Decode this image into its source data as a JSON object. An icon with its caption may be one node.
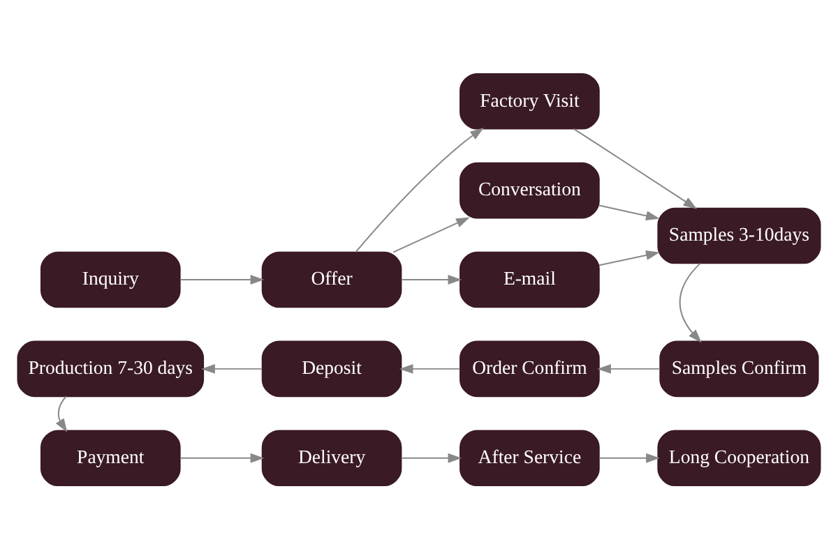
{
  "diagram": {
    "nodes": [
      {
        "text": [
          "Inquiry"
        ]
      },
      {
        "text": [
          "Offer"
        ]
      },
      {
        "text": [
          "Factory Visit"
        ]
      },
      {
        "text": [
          "Conversation"
        ]
      },
      {
        "text": [
          "E-mail"
        ]
      },
      {
        "text": [
          "Samples 3-10days"
        ]
      },
      {
        "text": [
          "Samples Confirm"
        ]
      },
      {
        "text": [
          "Order Confirm"
        ]
      },
      {
        "text": [
          "Deposit"
        ]
      },
      {
        "text": [
          "Production 7-30 days"
        ]
      },
      {
        "text": [
          "Payment"
        ]
      },
      {
        "text": [
          "Delivery"
        ]
      },
      {
        "text": [
          "After Service"
        ]
      },
      {
        "text": [
          "Long Cooperation"
        ]
      }
    ],
    "edges": [
      {
        "from": 0,
        "to": 1,
        "arrow": "to"
      },
      {
        "from": 1,
        "to": 2,
        "arrow": "to"
      },
      {
        "from": 1,
        "to": 3,
        "arrow": "to"
      },
      {
        "from": 1,
        "to": 4,
        "arrow": "to"
      },
      {
        "from": 2,
        "to": 5,
        "arrow": "to"
      },
      {
        "from": 3,
        "to": 5,
        "arrow": "to"
      },
      {
        "from": 4,
        "to": 5,
        "arrow": "to"
      },
      {
        "from": 5,
        "to": 6,
        "arrow": "to"
      },
      {
        "from": 6,
        "to": 7,
        "arrow": "to"
      },
      {
        "from": 7,
        "to": 8,
        "arrow": "to"
      },
      {
        "from": 8,
        "to": 9,
        "arrow": "to"
      },
      {
        "from": 9,
        "to": 10,
        "arrow": "to"
      },
      {
        "from": 10,
        "to": 11,
        "arrow": "to"
      },
      {
        "from": 11,
        "to": 12,
        "arrow": "to"
      },
      {
        "from": 12,
        "to": 13,
        "arrow": "to"
      }
    ]
  }
}
